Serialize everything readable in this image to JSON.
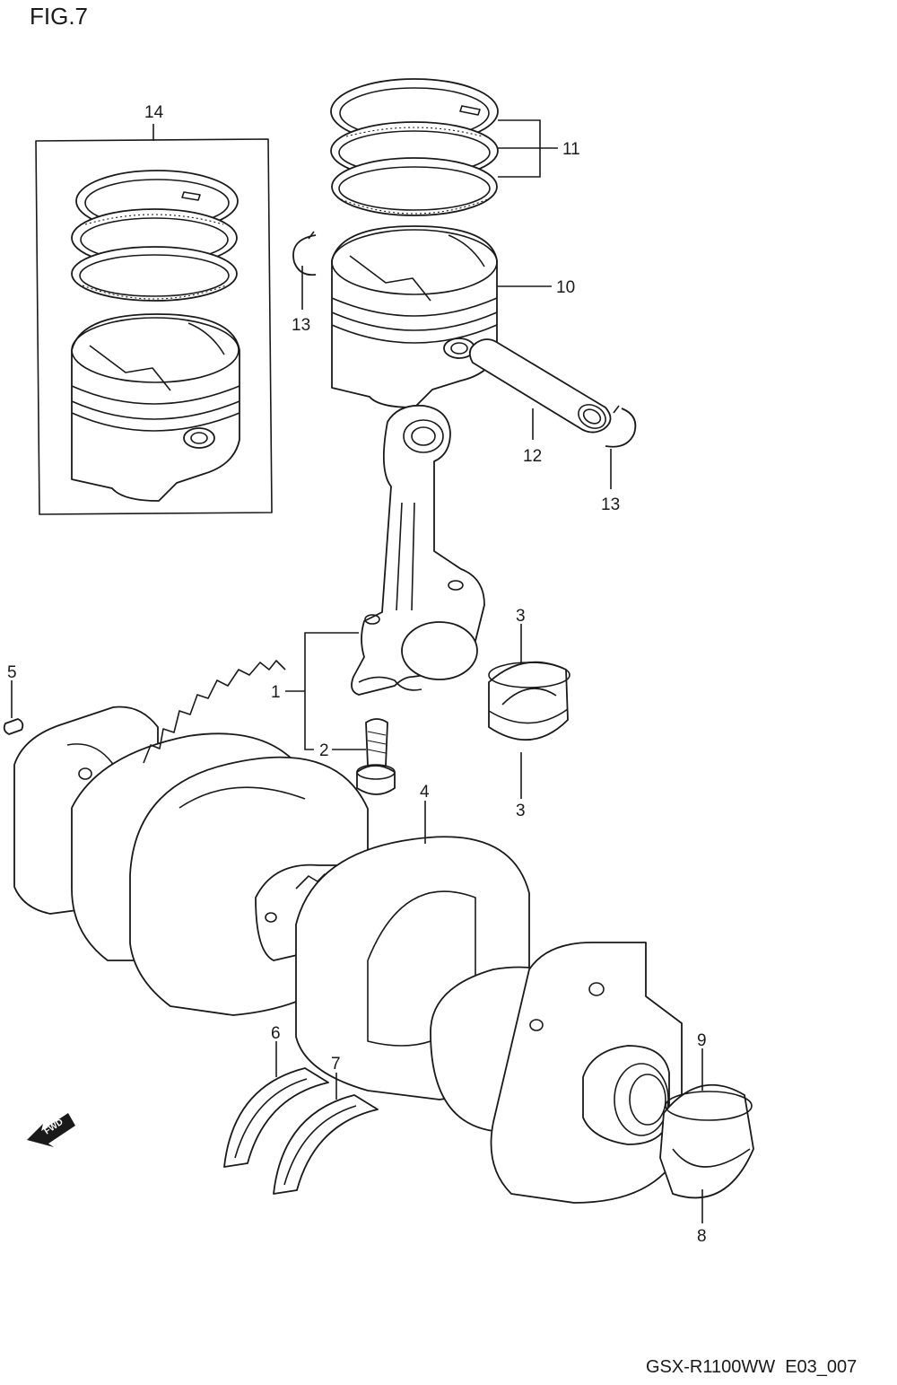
{
  "figure_title": "FIG.7",
  "footer_code": "GSX-R1100WW  E03_007",
  "fwd_label": "FWD",
  "callouts": {
    "c1": "1",
    "c2": "2",
    "c3a": "3",
    "c3b": "3",
    "c4": "4",
    "c5": "5",
    "c6": "6",
    "c7": "7",
    "c8": "8",
    "c9": "9",
    "c10": "10",
    "c11": "11",
    "c12": "12",
    "c13a": "13",
    "c13b": "13",
    "c14": "14"
  }
}
